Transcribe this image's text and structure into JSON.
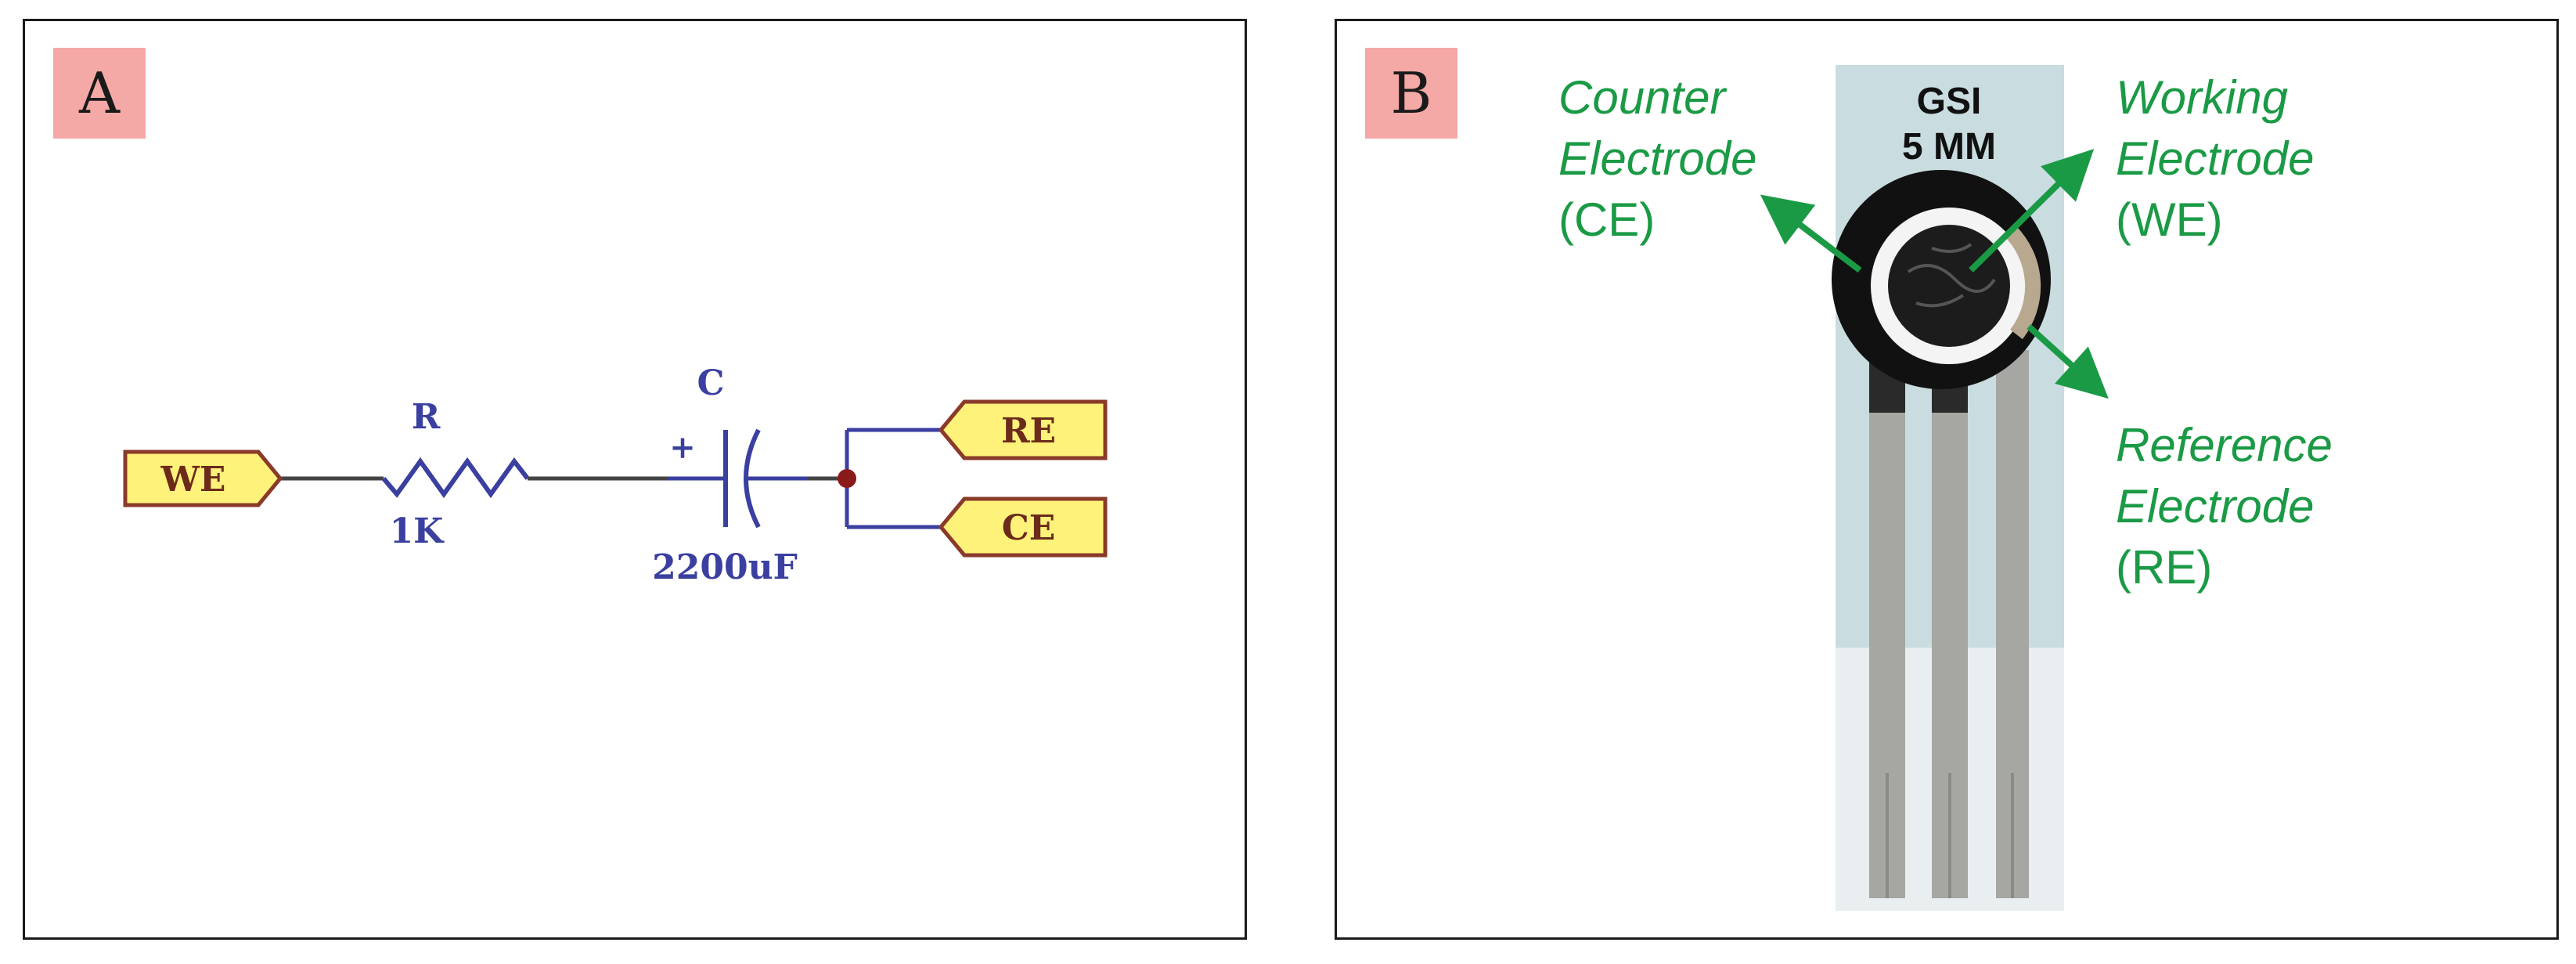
{
  "panel_a": {
    "tag": "A",
    "terminal_we": "WE",
    "terminal_re": "RE",
    "terminal_ce": "CE",
    "resistor_name": "R",
    "resistor_value": "1K",
    "capacitor_name": "C",
    "capacitor_value": "2200uF",
    "capacitor_polarity": "+",
    "colors": {
      "wire": "#444444",
      "component": "#3a3fa0",
      "terminal_fill": "#fff27a",
      "terminal_stroke": "#8a3a2a",
      "terminal_text": "#6b2a1a",
      "junction": "#8b1a1a"
    }
  },
  "panel_b": {
    "tag": "B",
    "sensor_line1": "GSI",
    "sensor_line2": "5 MM",
    "counter": {
      "line1": "Counter",
      "line2": "Electrode",
      "line3": "(CE)"
    },
    "working": {
      "line1": "Working",
      "line2": "Electrode",
      "line3": "(WE)"
    },
    "reference": {
      "line1": "Reference",
      "line2": "Electrode",
      "line3": "(RE)"
    },
    "colors": {
      "label": "#1a9a45",
      "strip": "#c9dce0",
      "trace": "#a6a6a2",
      "electrode": "#111111"
    }
  }
}
